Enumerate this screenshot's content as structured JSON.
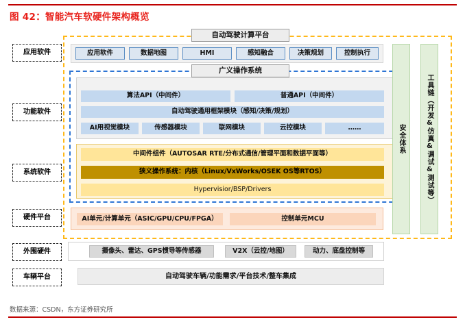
{
  "figure": {
    "title": "图 42：智能汽车软硬件架构概览",
    "source": "数据来源：CSDN，东方证券研究所"
  },
  "side_labels": [
    {
      "label": "应用软件"
    },
    {
      "label": "功能软件"
    },
    {
      "label": "系统软件"
    },
    {
      "label": "硬件平台"
    },
    {
      "label": "外围硬件"
    },
    {
      "label": "车辆平台"
    }
  ],
  "headers": {
    "compute_platform": "自动驾驶计算平台",
    "general_os": "广义操作系统"
  },
  "application_software": {
    "items": [
      "应用软件",
      "数据地图",
      "HMI",
      "感知融合",
      "决策规划",
      "控制执行"
    ]
  },
  "functional_software": {
    "api_row": [
      "算法API（中间件）",
      "普通API（中间件）"
    ],
    "framework_row": "自动驾驶通用框架模块（感知/决策/规划）",
    "module_row": [
      "AI用视觉模块",
      "传感器模块",
      "联网模块",
      "云控模块",
      "……"
    ]
  },
  "system_software": {
    "middleware": "中间件组件（AUTOSAR RTE/分布式通信/管理平面和数据平面等）",
    "kernel": "狭义操作系统：内核（Linux/VxWorks/OSEK OS等RTOS）",
    "hypervisor": "Hypervisior/BSP/Drivers"
  },
  "hardware_platform": {
    "items": [
      "AI单元/计算单元（ASIC/GPU/CPU/FPGA）",
      "控制单元MCU"
    ]
  },
  "peripheral_hardware": {
    "items": [
      "摄像头、雷达、GPS惯导等传感器",
      "V2X（云控/地图）",
      "动力、底盘控制等"
    ]
  },
  "vehicle_platform": {
    "label": "自动驾驶车辆/功能需求/平台技术/整车集成"
  },
  "side_columns": [
    {
      "label": "安全体系"
    },
    {
      "label": "工具链（开发&仿真&调试&测试等）"
    }
  ],
  "colors": {
    "title_red": "#e8211b",
    "rule_red": "#c00000",
    "dashed_orange": "#ffb819",
    "dashed_blue": "#2e75d4",
    "app_blue": "#dce6f1",
    "func_blue": "#c3d8ef",
    "sys_gold": "#ffe599",
    "sys_gold_dark": "#bf9000",
    "hw_peach": "#fbd5bb",
    "green_col": "#e2efda",
    "grey_cell": "#d9d9d9"
  }
}
